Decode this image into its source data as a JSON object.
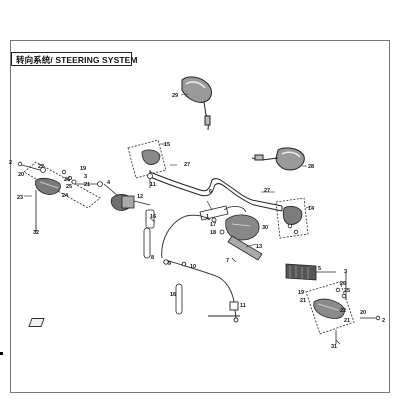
{
  "title": "转向系统/ STEERING SYSTEM",
  "callouts": {
    "c1": "1",
    "c2": "2",
    "c3": "3",
    "c4": "4",
    "c5": "5",
    "c6": "6",
    "c7": "7",
    "c8": "8",
    "c9": "9",
    "c10": "10",
    "c11": "11",
    "c12": "12",
    "c13": "13",
    "c14": "14",
    "c15": "15",
    "c16": "16",
    "c17": "17",
    "c18": "18",
    "c19": "19",
    "c20": "20",
    "c21": "21",
    "c22": "22",
    "c23": "23",
    "c24": "24",
    "c25": "25",
    "c26": "26",
    "c27": "27",
    "c28": "28",
    "c29": "29",
    "c30": "30",
    "c31": "31",
    "c32": "32"
  }
}
